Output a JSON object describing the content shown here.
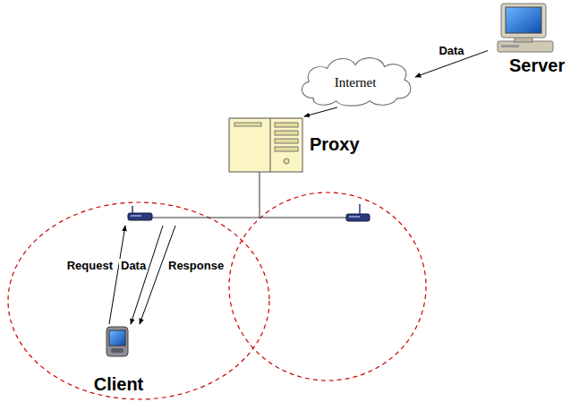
{
  "diagram": {
    "nodes": [
      {
        "text": [
          "Server"
        ]
      },
      {
        "text": [
          "Internet"
        ]
      },
      {
        "text": [
          "Proxy"
        ]
      },
      {
        "text": [
          "Client"
        ]
      }
    ],
    "edges": [
      {
        "from": 0,
        "to": 1,
        "label": "Data",
        "arrow": "to"
      },
      {
        "from": 1,
        "to": 2,
        "arrow": "to"
      }
    ],
    "labels": [
      "Request",
      "Data",
      "Response"
    ]
  }
}
